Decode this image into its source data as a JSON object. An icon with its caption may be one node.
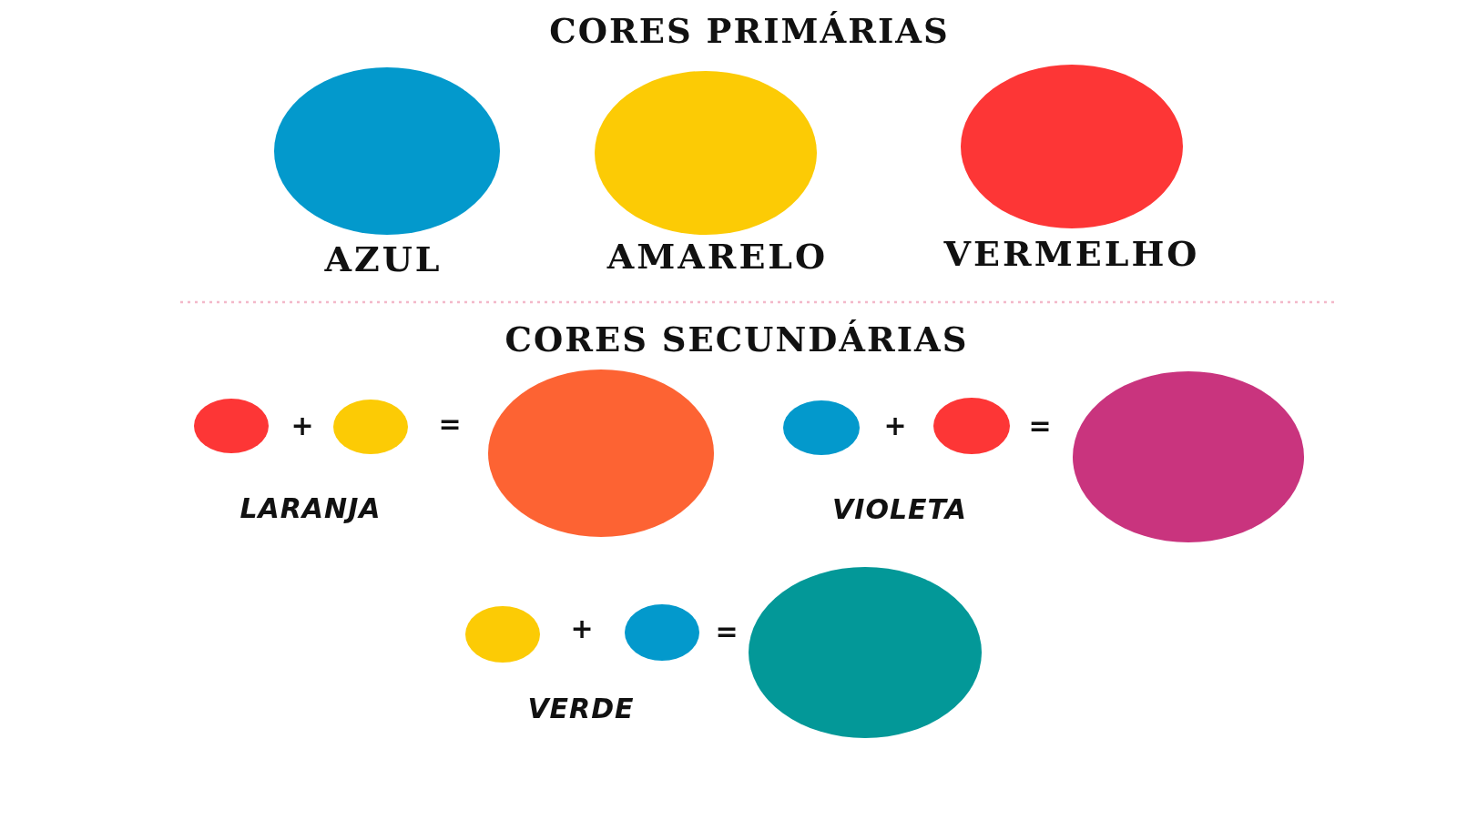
{
  "diagram": {
    "title": "CORES PRIMÁRIAS",
    "nodes": [
      {
        "text": [],
        "shape": "circle",
        "beside": [
          "AZUL"
        ]
      },
      {
        "text": [],
        "shape": "circle",
        "beside": [
          "AMARELO"
        ]
      },
      {
        "text": [],
        "shape": "circle",
        "beside": [
          "VERMELHO"
        ]
      },
      {
        "text": [],
        "shape": "circle"
      },
      {
        "text": [],
        "shape": "circle"
      },
      {
        "text": [],
        "shape": "circle"
      },
      {
        "text": [],
        "shape": "circle"
      },
      {
        "text": [],
        "shape": "circle"
      },
      {
        "text": [],
        "shape": "circle"
      },
      {
        "text": [],
        "shape": "circle"
      },
      {
        "text": [],
        "shape": "circle"
      },
      {
        "text": [],
        "shape": "circle"
      }
    ],
    "labels": [
      "CORES SECUNDÁRIAS",
      "+",
      "=",
      "+",
      "=",
      "LARANJA",
      "VIOLETA",
      "+",
      "=",
      "VERDE"
    ]
  }
}
